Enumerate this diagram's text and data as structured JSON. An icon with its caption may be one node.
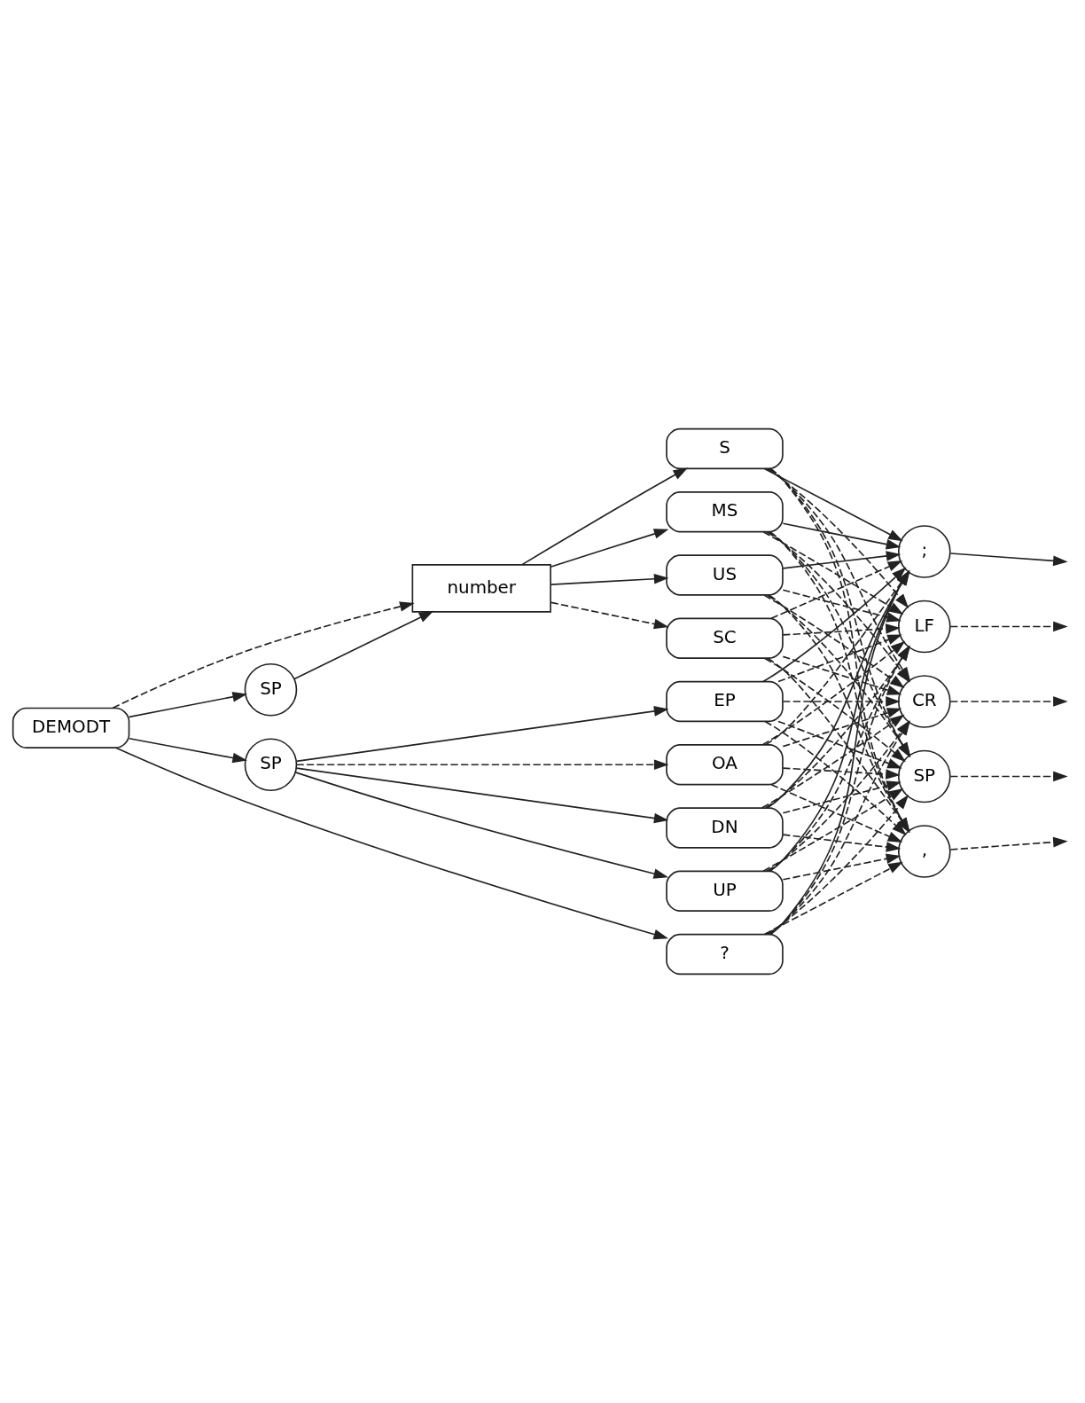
{
  "diagram": {
    "nodes": [
      {
        "text": [
          "DEMODT"
        ]
      },
      {
        "text": [
          "SP"
        ]
      },
      {
        "text": [
          "number"
        ]
      },
      {
        "text": [
          "S"
        ]
      },
      {
        "text": [
          ";"
        ]
      },
      {
        "text": [
          "MS"
        ]
      },
      {
        "text": [
          "LF"
        ]
      },
      {
        "text": [
          "US"
        ]
      },
      {
        "text": [
          "CR"
        ]
      },
      {
        "text": [
          "SC"
        ]
      },
      {
        "text": [
          "SP"
        ]
      },
      {
        "text": [
          ","
        ]
      },
      {
        "text": [
          "SP"
        ]
      },
      {
        "text": [
          "EP"
        ]
      },
      {
        "text": [
          "OA"
        ]
      },
      {
        "text": [
          "DN"
        ]
      },
      {
        "text": [
          "UP"
        ]
      },
      {
        "text": [
          "?"
        ]
      }
    ],
    "edges": [
      {
        "from": 0,
        "to": 1,
        "arrow": "to"
      },
      {
        "from": 0,
        "to": 2,
        "arrow": "to",
        "style": "dashed"
      },
      {
        "from": 1,
        "to": 2,
        "arrow": "to"
      },
      {
        "from": 2,
        "to": 3,
        "arrow": "to"
      },
      {
        "from": 2,
        "to": 5,
        "arrow": "to"
      },
      {
        "from": 2,
        "to": 7,
        "arrow": "to"
      },
      {
        "from": 2,
        "to": 9,
        "arrow": "to",
        "style": "dashed"
      },
      {
        "from": 0,
        "to": 12,
        "arrow": "to"
      },
      {
        "from": 12,
        "to": 13,
        "arrow": "to"
      },
      {
        "from": 12,
        "to": 14,
        "arrow": "to",
        "style": "dashed"
      },
      {
        "from": 12,
        "to": 15,
        "arrow": "to"
      },
      {
        "from": 12,
        "to": 16,
        "arrow": "to"
      },
      {
        "from": 0,
        "to": 17,
        "arrow": "to"
      },
      {
        "from": 3,
        "to": 4,
        "arrow": "to"
      },
      {
        "from": 3,
        "to": 6,
        "arrow": "to",
        "style": "dashed"
      },
      {
        "from": 3,
        "to": 8,
        "arrow": "to",
        "style": "dashed"
      },
      {
        "from": 3,
        "to": 10,
        "arrow": "to",
        "style": "dashed"
      },
      {
        "from": 3,
        "to": 11,
        "arrow": "to",
        "style": "dashed"
      },
      {
        "from": 5,
        "to": 4,
        "arrow": "to"
      },
      {
        "from": 5,
        "to": 6,
        "arrow": "to",
        "style": "dashed"
      },
      {
        "from": 5,
        "to": 8,
        "arrow": "to",
        "style": "dashed"
      },
      {
        "from": 5,
        "to": 10,
        "arrow": "to",
        "style": "dashed"
      },
      {
        "from": 5,
        "to": 11,
        "arrow": "to",
        "style": "dashed"
      },
      {
        "from": 7,
        "to": 4,
        "arrow": "to"
      },
      {
        "from": 7,
        "to": 6,
        "arrow": "to",
        "style": "dashed"
      },
      {
        "from": 7,
        "to": 8,
        "arrow": "to",
        "style": "dashed"
      },
      {
        "from": 7,
        "to": 10,
        "arrow": "to",
        "style": "dashed"
      },
      {
        "from": 7,
        "to": 11,
        "arrow": "to",
        "style": "dashed"
      },
      {
        "from": 9,
        "to": 4,
        "arrow": "to",
        "style": "dashed"
      },
      {
        "from": 9,
        "to": 6,
        "arrow": "to",
        "style": "dashed"
      },
      {
        "from": 9,
        "to": 8,
        "arrow": "to",
        "style": "dashed"
      },
      {
        "from": 9,
        "to": 10,
        "arrow": "to",
        "style": "dashed"
      },
      {
        "from": 9,
        "to": 11,
        "arrow": "to",
        "style": "dashed"
      },
      {
        "from": 13,
        "to": 4,
        "arrow": "to"
      },
      {
        "from": 13,
        "to": 6,
        "arrow": "to",
        "style": "dashed"
      },
      {
        "from": 13,
        "to": 8,
        "arrow": "to",
        "style": "dashed"
      },
      {
        "from": 13,
        "to": 10,
        "arrow": "to",
        "style": "dashed"
      },
      {
        "from": 13,
        "to": 11,
        "arrow": "to",
        "style": "dashed"
      },
      {
        "from": 14,
        "to": 4,
        "arrow": "to",
        "style": "dashed"
      },
      {
        "from": 14,
        "to": 6,
        "arrow": "to",
        "style": "dashed"
      },
      {
        "from": 14,
        "to": 8,
        "arrow": "to",
        "style": "dashed"
      },
      {
        "from": 14,
        "to": 10,
        "arrow": "to",
        "style": "dashed"
      },
      {
        "from": 14,
        "to": 11,
        "arrow": "to",
        "style": "dashed"
      },
      {
        "from": 15,
        "to": 4,
        "arrow": "to"
      },
      {
        "from": 15,
        "to": 6,
        "arrow": "to",
        "style": "dashed"
      },
      {
        "from": 15,
        "to": 8,
        "arrow": "to",
        "style": "dashed"
      },
      {
        "from": 15,
        "to": 10,
        "arrow": "to",
        "style": "dashed"
      },
      {
        "from": 15,
        "to": 11,
        "arrow": "to",
        "style": "dashed"
      },
      {
        "from": 16,
        "to": 4,
        "arrow": "to"
      },
      {
        "from": 16,
        "to": 6,
        "arrow": "to",
        "style": "dashed"
      },
      {
        "from": 16,
        "to": 8,
        "arrow": "to",
        "style": "dashed"
      },
      {
        "from": 16,
        "to": 10,
        "arrow": "to",
        "style": "dashed"
      },
      {
        "from": 16,
        "to": 11,
        "arrow": "to",
        "style": "dashed"
      },
      {
        "from": 17,
        "to": 4,
        "arrow": "to"
      },
      {
        "from": 17,
        "to": 6,
        "arrow": "to",
        "style": "dashed"
      },
      {
        "from": 17,
        "to": 8,
        "arrow": "to",
        "style": "dashed"
      },
      {
        "from": 17,
        "to": 10,
        "arrow": "to",
        "style": "dashed"
      },
      {
        "from": 17,
        "to": 11,
        "arrow": "to",
        "style": "dashed"
      },
      {
        "from": 4,
        "to": null,
        "arrow": "to"
      },
      {
        "from": 6,
        "to": null,
        "arrow": "to",
        "style": "dashed"
      },
      {
        "from": 8,
        "to": null,
        "arrow": "to",
        "style": "dashed"
      },
      {
        "from": 10,
        "to": null,
        "arrow": "to",
        "style": "dashed"
      },
      {
        "from": 11,
        "to": null,
        "arrow": "to",
        "style": "dashed"
      }
    ]
  }
}
